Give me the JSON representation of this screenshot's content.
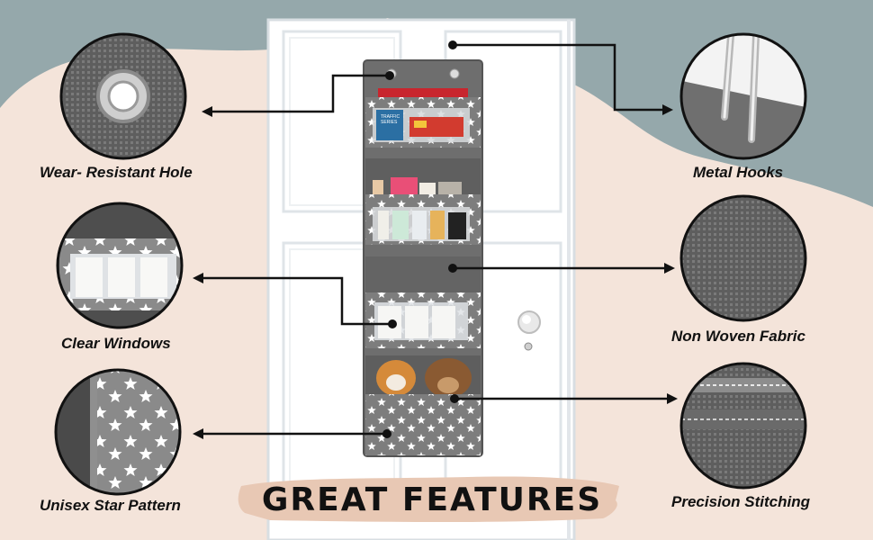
{
  "title": "GREAT FEATURES",
  "features": {
    "hole": "Wear- Resistant Hole",
    "hooks": "Metal Hooks",
    "windows": "Clear Windows",
    "fabric": "Non Woven Fabric",
    "pattern": "Unisex Star Pattern",
    "stitching": "Precision Stitching"
  },
  "colors": {
    "background": "#f4e4da",
    "blue_band": "#95a8ab",
    "organizer_gray": "#7a7a7a",
    "door_white": "#ffffff",
    "brush_stroke": "#e8c8b4"
  },
  "book": {
    "line1": "TRAFFIC",
    "line2": "SERIES"
  }
}
